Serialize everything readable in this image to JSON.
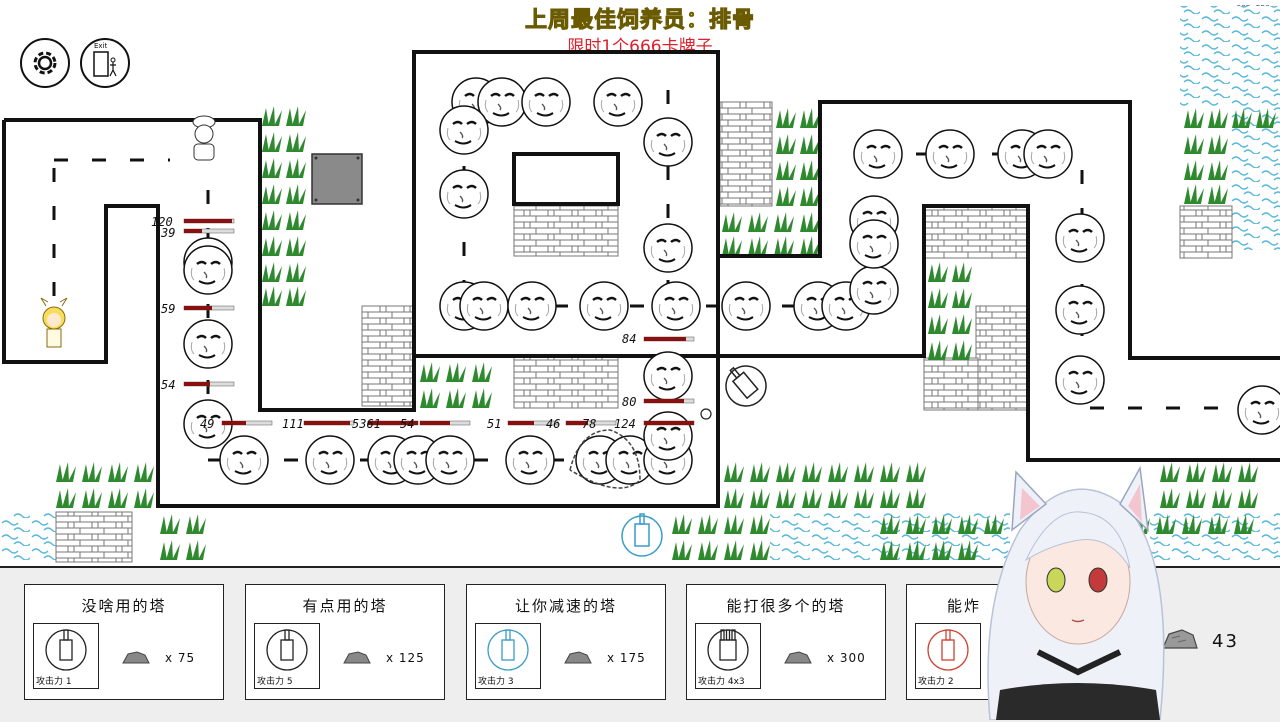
{
  "banner": {
    "title": "上周最佳饲养员：排骨",
    "subtitle": "限时1个666卡牌子",
    "corner": "SSR FPS"
  },
  "hud": {
    "settings_icon": "gear-icon",
    "exit_icon": "exit-door-icon",
    "exit_label": "Exit",
    "money": "43"
  },
  "enemy_hp_labels": [
    "120",
    "39",
    "59",
    "54",
    "49",
    "111",
    "5361",
    "54",
    "51",
    "46",
    "78",
    "124",
    "84",
    "80"
  ],
  "towers": [
    {
      "name": "没啥用的塔",
      "attack": "攻击力 1",
      "cost": "x 75",
      "color": "#222222"
    },
    {
      "name": "有点用的塔",
      "attack": "攻击力 5",
      "cost": "x 125",
      "color": "#222222"
    },
    {
      "name": "让你减速的塔",
      "attack": "攻击力 3",
      "cost": "x 175",
      "color": "#3a9cc8"
    },
    {
      "name": "能打很多个的塔",
      "attack": "攻击力 4x3",
      "cost": "x 300",
      "color": "#222222"
    },
    {
      "name": "能炸",
      "attack": "攻击力 2",
      "cost": "",
      "color": "#d04030"
    }
  ],
  "colors": {
    "grass": "#2f8a2f",
    "water": "#5ab8d8",
    "hp_bar": "#8a1010",
    "slow_tower": "#3a9cc8"
  }
}
